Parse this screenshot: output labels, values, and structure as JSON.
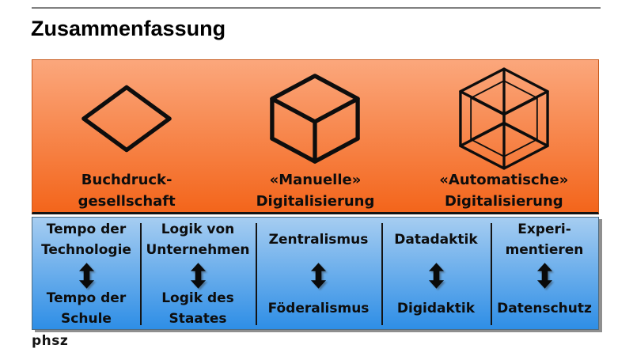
{
  "slide": {
    "title": "Zusammenfassung",
    "footer_logo": "phsz"
  },
  "eras_panel": {
    "items": [
      {
        "icon": "diamond-2d-icon",
        "label_lines": [
          "Buchdruck-",
          "gesellschaft"
        ]
      },
      {
        "icon": "cube-3d-icon",
        "label_lines": [
          "«Manuelle»",
          "Digitalisierung"
        ]
      },
      {
        "icon": "lattice-cube-icon",
        "label_lines": [
          "«Automatische»",
          "Digitalisierung"
        ]
      }
    ]
  },
  "tensions_panel": {
    "columns": [
      {
        "top_lines": [
          "Tempo der",
          "Technologie"
        ],
        "bottom_lines": [
          "Tempo der",
          "Schule"
        ]
      },
      {
        "top_lines": [
          "Logik von",
          "Unternehmen"
        ],
        "bottom_lines": [
          "Logik des",
          "Staates"
        ]
      },
      {
        "top_lines": [
          "Zentralismus"
        ],
        "bottom_lines": [
          "Föderalismus"
        ]
      },
      {
        "top_lines": [
          "Datadaktik"
        ],
        "bottom_lines": [
          "Digidaktik"
        ]
      },
      {
        "top_lines": [
          "Experi-",
          "mentieren"
        ],
        "bottom_lines": [
          "Datenschutz"
        ]
      }
    ]
  },
  "colors": {
    "orange_top": "#FBA77C",
    "orange_bottom": "#F3651B",
    "orange_border": "#C85A1C",
    "blue_top": "#A6CDF1",
    "blue_bottom": "#2E8EE6",
    "blue_border": "#4F6D84",
    "rule_gray": "#808080",
    "ink": "#111111",
    "shadow_gray": "#8F8F8F"
  }
}
